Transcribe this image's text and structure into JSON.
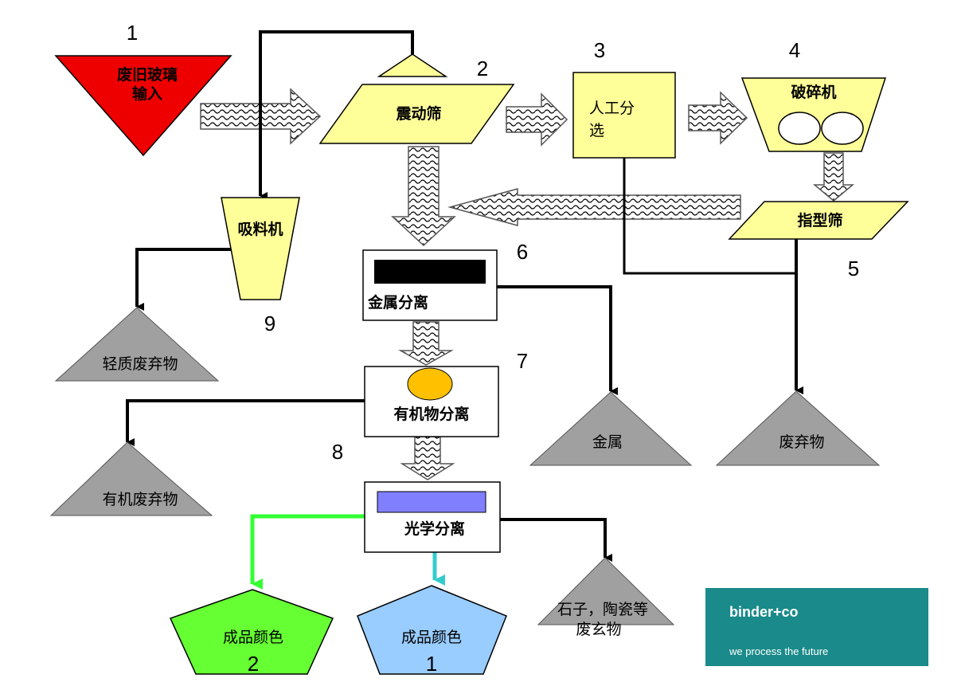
{
  "colors": {
    "input_red": "#ee0000",
    "machine_yellow": "#ffff99",
    "waste_gray": "#a0a0a0",
    "product_green": "#66ff33",
    "product_blue": "#99ccff",
    "logo_teal": "#1a8a8a",
    "organic_orange": "#ffc000",
    "optical_purple": "#8080ff",
    "green_line": "#33ff33",
    "cyan_line": "#33cccc"
  },
  "nodes": {
    "input": {
      "label_1": "废旧玻璃",
      "label_2": "输入"
    },
    "vibrating_screen": {
      "label": "震动筛"
    },
    "manual_sort": {
      "label_1": "人工分",
      "label_2": "选"
    },
    "crusher": {
      "label": "破碎机"
    },
    "finger_screen": {
      "label": "指型筛"
    },
    "suction": {
      "label": "吸料机"
    },
    "metal_sep": {
      "label": "金属分离"
    },
    "organic_sep": {
      "label": "有机物分离"
    },
    "optical_sep": {
      "label": "光学分离"
    },
    "light_waste": {
      "label": "轻质废弃物"
    },
    "metal": {
      "label": "金属"
    },
    "waste": {
      "label": "废弃物"
    },
    "organic_waste": {
      "label": "有机废弃物"
    },
    "stones": {
      "label_1": "石子，陶瓷等",
      "label_2": "废玄物"
    },
    "product_2": {
      "label": "成品颜色",
      "num": "2"
    },
    "product_1": {
      "label": "成品颜色",
      "num": "1"
    }
  },
  "step_numbers": [
    "1",
    "2",
    "3",
    "4",
    "5",
    "6",
    "7",
    "8",
    "9"
  ],
  "logo": {
    "brand": "binder+co",
    "slogan": "we process the future"
  }
}
